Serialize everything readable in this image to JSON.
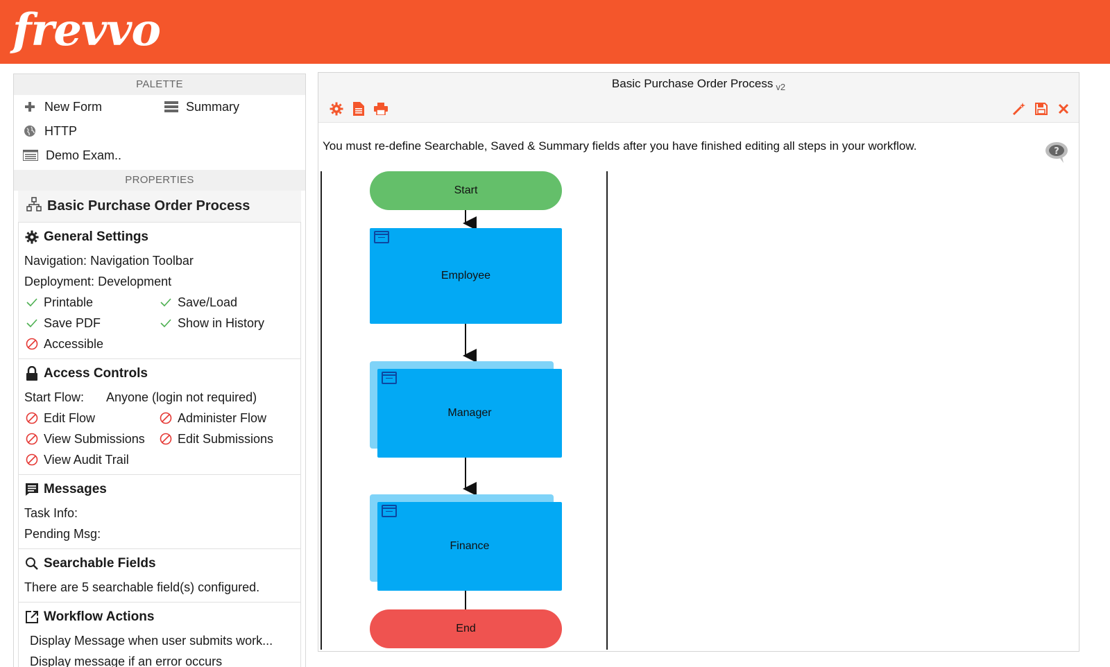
{
  "app": {
    "logo": "frevvo",
    "accent": "#f4562b"
  },
  "palette": {
    "header": "PALETTE",
    "items": [
      {
        "label": "New Form",
        "icon": "plus-icon"
      },
      {
        "label": "Summary",
        "icon": "summary-icon"
      },
      {
        "label": "HTTP",
        "icon": "globe-icon"
      },
      {
        "label": "Demo Exam..",
        "icon": "form-icon"
      }
    ]
  },
  "properties": {
    "header": "PROPERTIES",
    "title": "Basic Purchase Order Process",
    "general": {
      "title": "General Settings",
      "navigation_label": "Navigation:",
      "navigation_value": "Navigation Toolbar",
      "deployment_label": "Deployment:",
      "deployment_value": "Development",
      "flags": [
        {
          "label": "Printable",
          "enabled": true
        },
        {
          "label": "Save/Load",
          "enabled": true
        },
        {
          "label": "Save PDF",
          "enabled": true
        },
        {
          "label": "Show in History",
          "enabled": true
        },
        {
          "label": "Accessible",
          "enabled": false
        }
      ]
    },
    "access": {
      "title": "Access Controls",
      "start_label": "Start Flow:",
      "start_value": "Anyone (login not required)",
      "flags": [
        {
          "label": "Edit Flow",
          "enabled": false
        },
        {
          "label": "Administer Flow",
          "enabled": false
        },
        {
          "label": "View Submissions",
          "enabled": false
        },
        {
          "label": "Edit Submissions",
          "enabled": false
        },
        {
          "label": "View Audit Trail",
          "enabled": false
        }
      ]
    },
    "messages": {
      "title": "Messages",
      "task_info": "Task Info:",
      "pending": "Pending Msg:"
    },
    "searchable": {
      "title": "Searchable Fields",
      "text": "There are 5 searchable field(s) configured."
    },
    "workflow_actions": {
      "title": "Workflow Actions",
      "line1": "Display Message when user submits work...",
      "line2": "Display message if an error occurs"
    }
  },
  "editor": {
    "title": "Basic Purchase Order Process",
    "version": "v2",
    "notice": "You must re-define Searchable, Saved & Summary fields after you have finished editing all steps in your workflow.",
    "steps": {
      "start": "Start",
      "employee": "Employee",
      "manager": "Manager",
      "finance": "Finance",
      "end": "End"
    }
  }
}
